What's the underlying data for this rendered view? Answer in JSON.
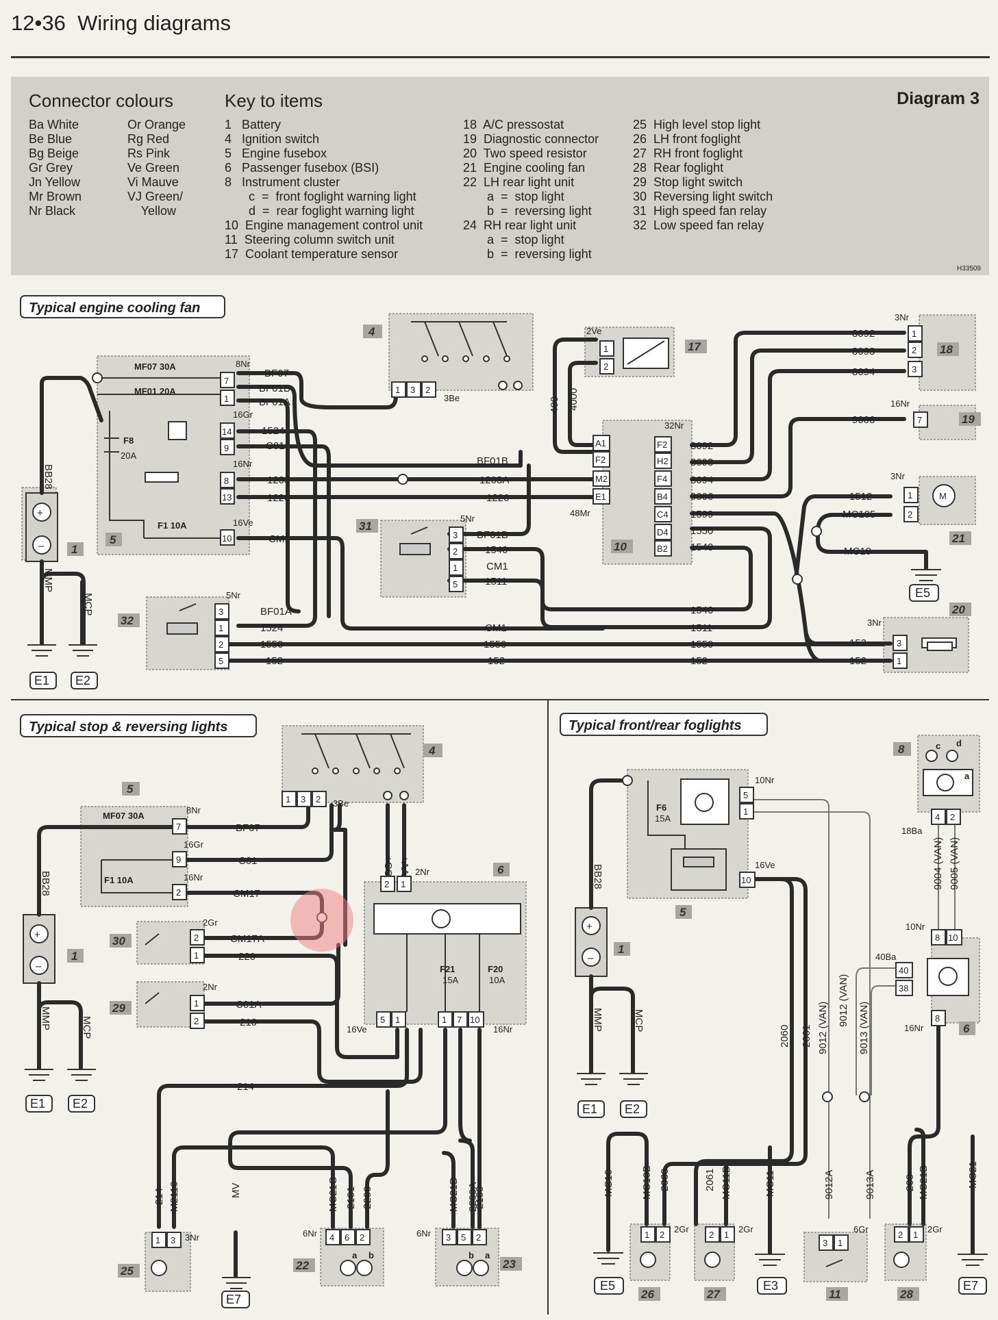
{
  "header": {
    "page_number": "12•36",
    "title": "Wiring diagrams"
  },
  "key_panel": {
    "connector_colours_title": "Connector colours",
    "key_to_items_title": "Key to items",
    "diagram_label": "Diagram 3",
    "ref_code": "H33509",
    "colours_col1": "Ba White\nBe Blue\nBg Beige\nGr Grey\nJn Yellow\nMr Brown\nNr Black",
    "colours_col2": "Or Orange\nRg Red\nRs Pink\nVe Green\nVi Mauve\nVJ Green/\n    Yellow",
    "items_col1": "1   Battery\n4   Ignition switch\n5   Engine fusebox\n6   Passenger fusebox (BSI)\n8   Instrument cluster\n       c  =  front foglight warning light\n       d  =  rear foglight warning light\n10  Engine management control unit\n11  Steering column switch unit\n17  Coolant temperature sensor",
    "items_col2": "18  A/C pressostat\n19  Diagnostic connector\n20  Two speed resistor\n21  Engine cooling fan\n22  LH rear light unit\n       a  =  stop light\n       b  =  reversing light\n24  RH rear light unit\n       a  =  stop light\n       b  =  reversing light",
    "items_col3": "25  High level stop light\n26  LH front foglight\n27  RH front foglight\n28  Rear foglight\n29  Stop light switch\n30  Reversing light switch\n31  High speed fan relay\n32  Low speed fan relay"
  },
  "sections": {
    "cooling_fan": "Typical engine cooling fan",
    "stop_reversing": "Typical stop & reversing lights",
    "foglights": "Typical front/rear foglights"
  },
  "wire_labels": {
    "bf07": "BF07",
    "bf01b": "BF01B",
    "bf01a": "BF01A",
    "w1524": "1524",
    "c01": "C01",
    "w1203": "1203",
    "w1226": "1226",
    "cm1": "CM1",
    "w1203a": "1203A",
    "w1540": "1540",
    "w1511": "1511",
    "w1550": "1550",
    "w152": "152",
    "w8092": "8092",
    "w8093": "8093",
    "w8094": "8094",
    "w9006": "9006",
    "w1599": "1599",
    "w1512": "1512",
    "mc105": "MC105",
    "mc10": "MC10",
    "w153": "153",
    "w400": "400",
    "w4000": "4000",
    "bb28": "BB28",
    "mmp": "MMP",
    "mcp": "MCP",
    "cm17": "CM17",
    "cm17a": "CM17A",
    "w220": "220",
    "c01a": "C01A",
    "w210": "210",
    "w214": "214",
    "m2110": "M2110",
    "mv": "MV",
    "mc21g": "MC21G",
    "w2101": "2101",
    "w2200": "2200",
    "mc21d": "MC21D",
    "w2200a": "2200A",
    "w2100": "2100",
    "cc": "+CC",
    "aa": "+AA",
    "w2060": "2060",
    "w2061": "2061",
    "w9012": "9012 (VAN)",
    "w9013": "9013 (VAN)",
    "w9004": "9004 (VAN)",
    "w9005": "9005 (VAN)",
    "mc10b": "MC10B",
    "mc11b": "MC11B",
    "mc11": "MC11",
    "w9012a": "9012A",
    "w9013a": "9013A",
    "w200": "200",
    "mc21b": "MC21B",
    "mc21": "MC21"
  },
  "connector_labels": {
    "c8nr": "8Nr",
    "c16gr": "16Gr",
    "c16nr": "16Nr",
    "c16ve": "16Ve",
    "c3be": "3Be",
    "c2ve": "2Ve",
    "c32nr": "32Nr",
    "c48mr": "48Mr",
    "c3nr": "3Nr",
    "c16nr19": "16Nr",
    "c5nr": "5Nr",
    "c2gr": "2Gr",
    "c2nr": "2Nr",
    "c6nr": "6Nr",
    "c10nr": "10Nr",
    "c18ba": "18Ba",
    "c40ba": "40Ba",
    "c6gr": "6Gr"
  },
  "fuses": {
    "mf07": "MF07 30A",
    "mf01": "MF01 20A",
    "f8": "F8",
    "f8a": "20A",
    "f1": "F1 10A",
    "f6": "F6",
    "f6a": "15A",
    "f21": "F21",
    "f21a": "15A",
    "f20": "F20",
    "f20a": "10A"
  },
  "ecu_pins": [
    "A1",
    "F2",
    "M2",
    "E1"
  ],
  "ecu_pins_right": [
    "F2",
    "H2",
    "F4",
    "B4",
    "C4",
    "D4",
    "B2"
  ],
  "item_numbers": {
    "i1": "1",
    "i4": "4",
    "i5": "5",
    "i6": "6",
    "i8": "8",
    "i10": "10",
    "i11": "11",
    "i17": "17",
    "i18": "18",
    "i19": "19",
    "i20": "20",
    "i21": "21",
    "i22": "22",
    "i23": "23",
    "i25": "25",
    "i26": "26",
    "i27": "27",
    "i28": "28",
    "i29": "29",
    "i30": "30",
    "i31": "31",
    "i32": "32"
  },
  "grounds": {
    "e1": "E1",
    "e2": "E2",
    "e3": "E3",
    "e5": "E5",
    "e7": "E7"
  },
  "bulb_tags": {
    "a": "a",
    "b": "b",
    "c": "c",
    "d": "d"
  },
  "motor": "M"
}
